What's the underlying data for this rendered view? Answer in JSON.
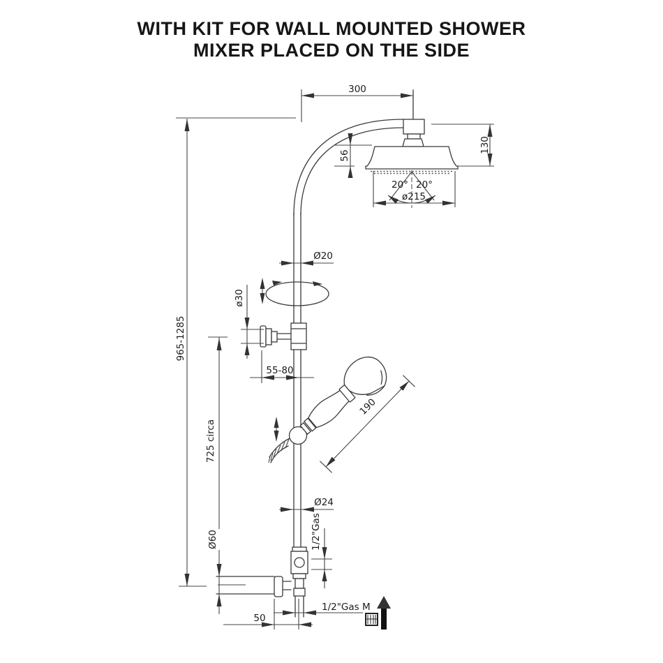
{
  "title": {
    "line1": "WITH KIT FOR WALL MOUNTED SHOWER",
    "line2": "MIXER PLACED ON THE SIDE"
  },
  "dimensions": {
    "top_offset": "300",
    "head_height": "130",
    "head_depth": "56",
    "spray_angle_left": "20°",
    "spray_angle_right": "20°",
    "head_diameter": "ø215",
    "pipe_upper_diameter": "Ø20",
    "bracket_diameter": "ø30",
    "wall_clearance": "55-80",
    "handshower_length": "190",
    "column_height": "965-1285",
    "handshower_height": "725 circa",
    "pipe_lower_diameter": "Ø24",
    "inlet_thread": "1/2\"Gas",
    "wall_pipe_diameter": "Ø60",
    "outlet_wall_offset": "50",
    "outlet_thread": "1/2\"Gas M"
  }
}
